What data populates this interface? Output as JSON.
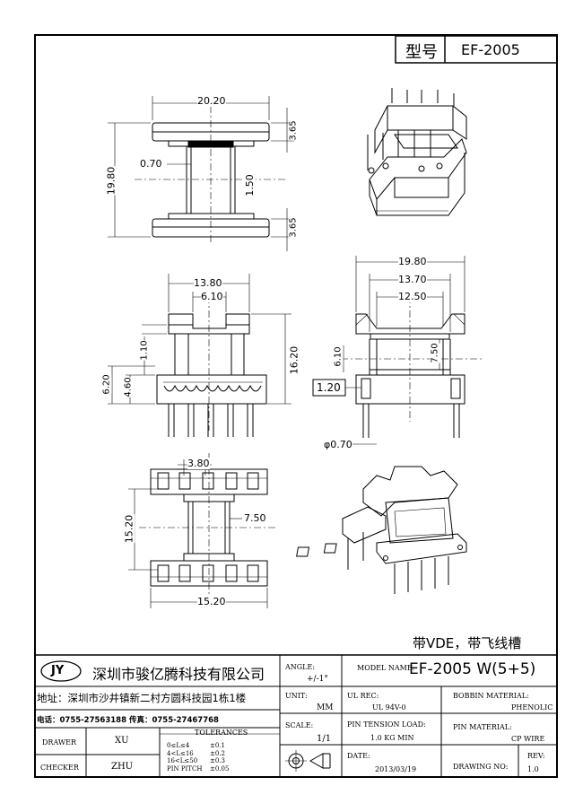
{
  "model_box": {
    "label": "型号",
    "value": "EF-2005"
  },
  "top_view": {
    "width": "20.20",
    "height": "19.80",
    "flange_top": "3.65",
    "flange_bottom": "3.65",
    "pin_gap": "0.70",
    "core_gap": "1.50"
  },
  "front_view": {
    "outer_width": "13.80",
    "slot_width": "6.10",
    "height": "16.20",
    "top_thickness": "1.10",
    "base_height": "6.20",
    "base_inner": "4.60"
  },
  "side_view": {
    "outer_width": "19.80",
    "mid_width": "13.70",
    "inner_width": "12.50",
    "slot_height": "6.10",
    "core_height": "7.50",
    "pin_offset": "1.20",
    "pin_diameter": "φ0.70"
  },
  "bottom_view": {
    "pin_pitch": "3.80",
    "height": "15.20",
    "core": "7.50",
    "width": "15.20"
  },
  "note": "带VDE，带飞线槽",
  "title_block": {
    "company_logo": "JY",
    "company_name": "深圳市骏亿腾科技有限公司",
    "address": "地址：深圳市沙井镇新二村方圆科技园1栋1楼",
    "phone": "电话：0755-27563188  传真：0755-27467768",
    "angle_label": "ANGLE:",
    "angle_value": "+/-1°",
    "model_label": "MODEL NAME:",
    "model_value": "EF-2005 W(5+5)",
    "unit_label": "UNIT:",
    "unit_value": "MM",
    "ul_label": "UL REC:",
    "ul_value": "UL 94V-0",
    "bobbin_label": "BOBBIN MATERIAL:",
    "bobbin_value": "PHENOLIC",
    "scale_label": "SCALE:",
    "scale_value": "1/1",
    "tension_label": "PIN TENSION LOAD:",
    "tension_value": "1.0 KG MIN",
    "pinmat_label": "PIN MATERIAL:",
    "pinmat_value": "CP WIRE",
    "date_label": "DATE:",
    "date_value": "2013/03/19",
    "drawing_label": "DRAWING NO:",
    "rev_label": "REV:",
    "rev_value": "1.0",
    "drawer_label": "DRAWER",
    "drawer_value": "XU",
    "checker_label": "CHECKER",
    "checker_value": "ZHU",
    "tol_title": "TOLERANCES",
    "tol": [
      {
        "range": "0≤L≤4",
        "value": "±0.1"
      },
      {
        "range": "4<L≤16",
        "value": "±0.2"
      },
      {
        "range": "16<L≤50",
        "value": "±0.3"
      },
      {
        "range": "PIN PITCH",
        "value": "±0.05"
      }
    ]
  }
}
